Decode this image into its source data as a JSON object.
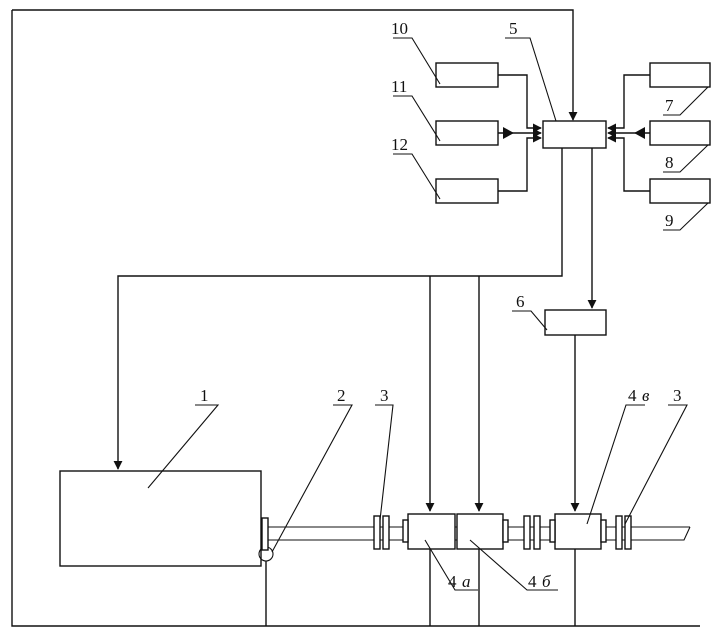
{
  "labels": {
    "l1": "1",
    "l2": "2",
    "l3a": "3",
    "l3b": "3",
    "l4a_num": "4",
    "l4a_sub": "а",
    "l4b_num": "4",
    "l4b_sub": "б",
    "l4v_num": "4",
    "l4v_sub": "в",
    "l5": "5",
    "l6": "6",
    "l7": "7",
    "l8": "8",
    "l9": "9",
    "l10": "10",
    "l11": "11",
    "l12": "12"
  }
}
